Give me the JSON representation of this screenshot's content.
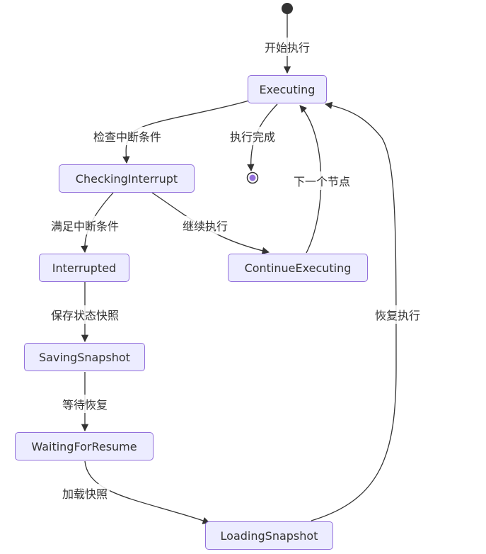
{
  "colors": {
    "node_fill": "#ececff",
    "node_border": "#9370db",
    "edge": "#333333",
    "text": "#333333"
  },
  "states": {
    "executing": "Executing",
    "checking_interrupt": "CheckingInterrupt",
    "interrupted": "Interrupted",
    "continue_executing": "ContinueExecuting",
    "saving_snapshot": "SavingSnapshot",
    "waiting_for_resume": "WaitingForResume",
    "loading_snapshot": "LoadingSnapshot"
  },
  "transitions": {
    "start": "开始执行",
    "check_interrupt": "检查中断条件",
    "execution_complete": "执行完成",
    "next_node": "下一个节点",
    "meets_interrupt": "满足中断条件",
    "continue": "继续执行",
    "save_snapshot": "保存状态快照",
    "wait_resume": "等待恢复",
    "load_snapshot": "加载快照",
    "resume": "恢复执行"
  }
}
